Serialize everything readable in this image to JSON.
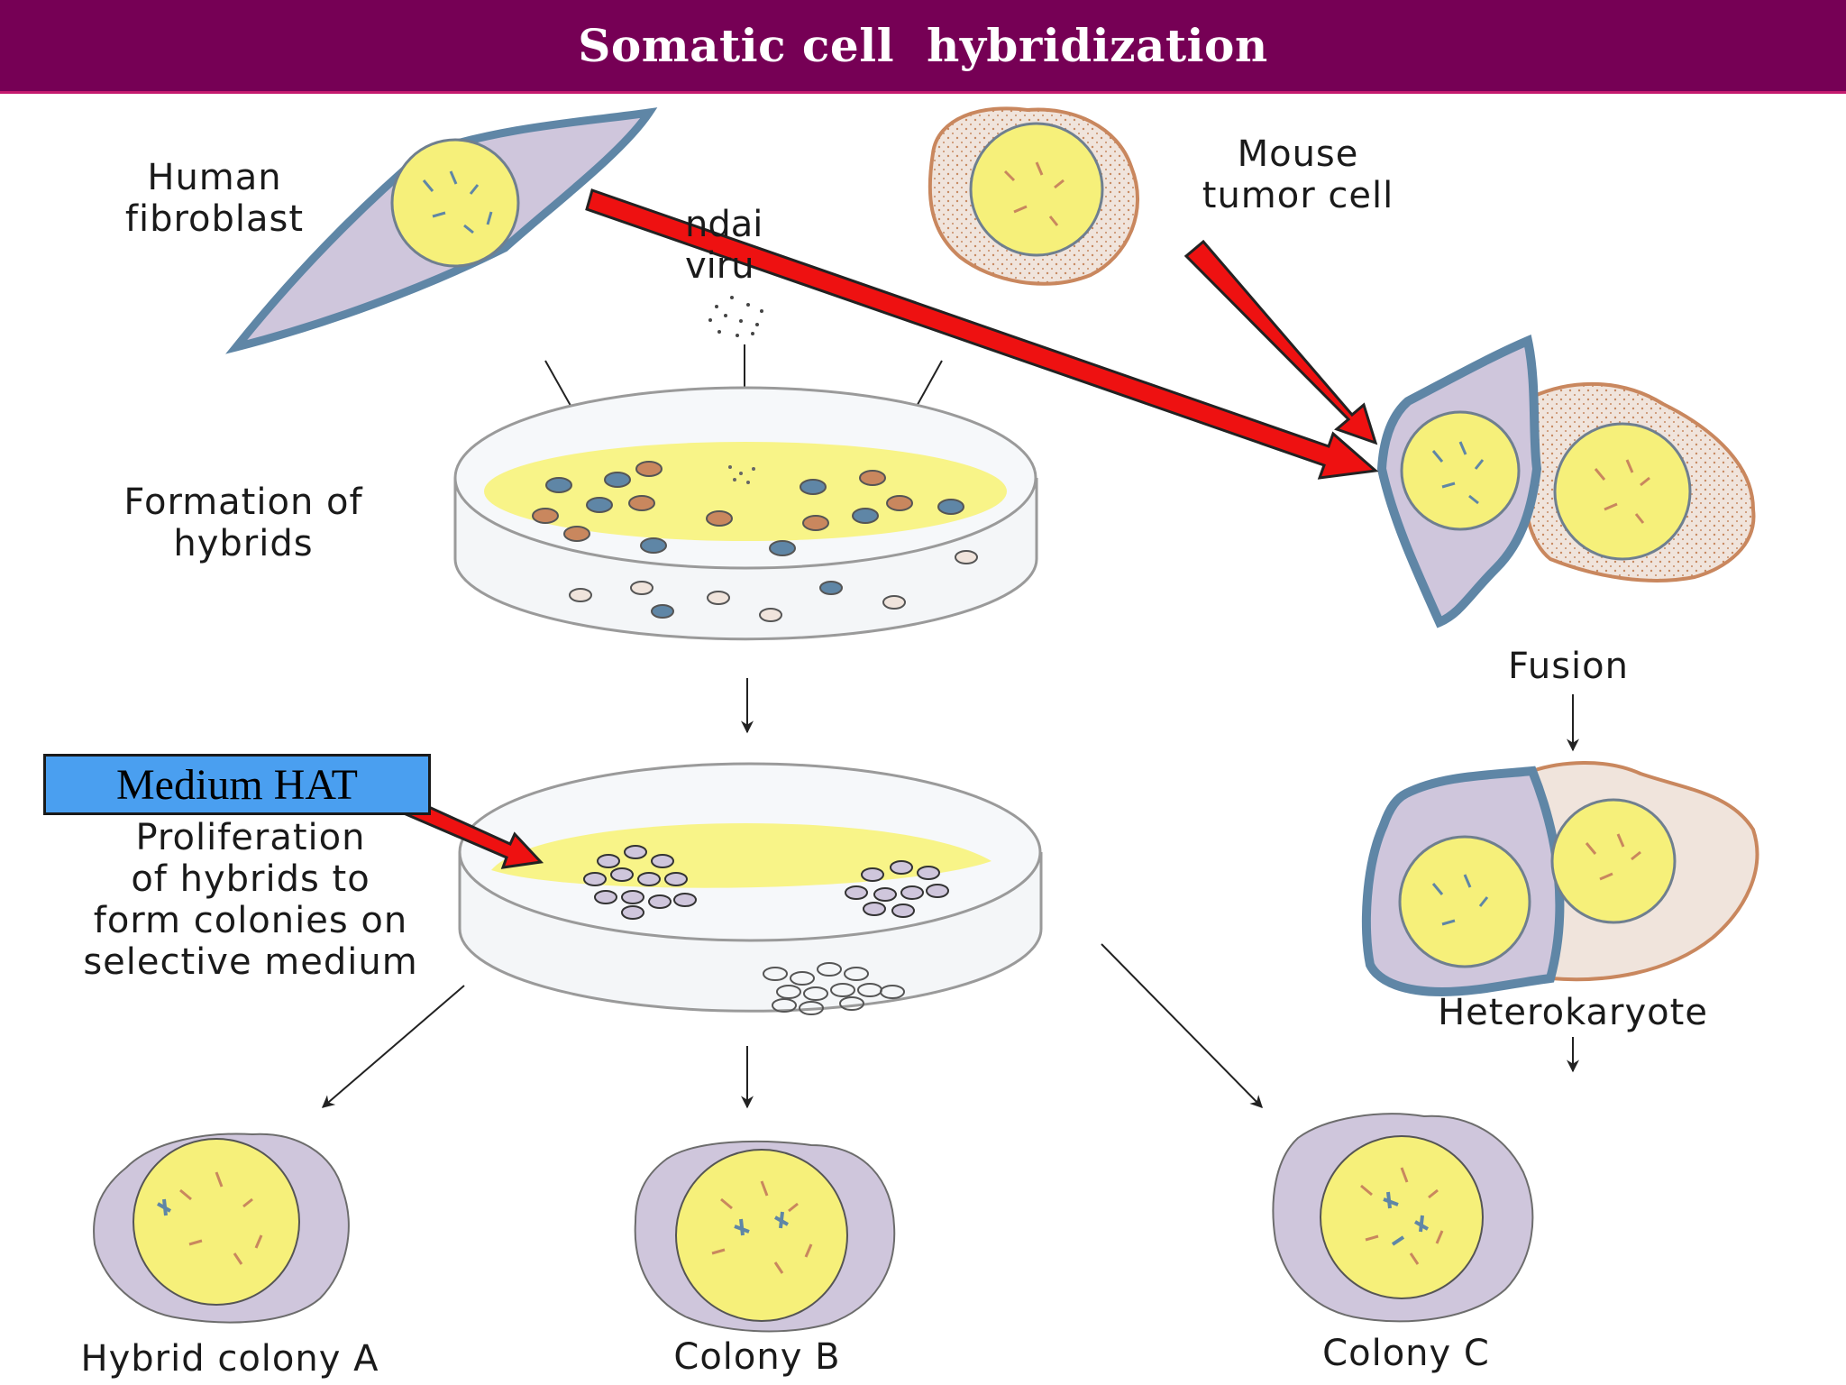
{
  "title": "Somatic cell  hybridization",
  "labels": {
    "human_fibroblast": "Human\nfibroblast",
    "mouse_tumor_cell": "Mouse\ntumor cell",
    "sendai_virus": "ndai\nviru",
    "formation_of_hybrids": "Formation of\nhybrids",
    "fusion": "Fusion",
    "heterokaryote": "Heterokaryote",
    "proliferation": "Proliferation\nof hybrids to\nform colonies on\nselective medium",
    "hybrid_colony_a": "Hybrid colony A",
    "colony_b": "Colony B",
    "colony_c": "Colony C"
  },
  "callout": {
    "medium_hat": "Medium HAT"
  },
  "colors": {
    "title_bar": "#760055",
    "callout_box": "#4a9ff0",
    "highlight_arrow": "#ee1111",
    "nucleus": "#f6f07a",
    "cell_lavender": "#cfc6dc",
    "human_cell_border": "#5f86a6",
    "mouse_cell_border": "#c9875e",
    "medium": "#f8f488"
  }
}
